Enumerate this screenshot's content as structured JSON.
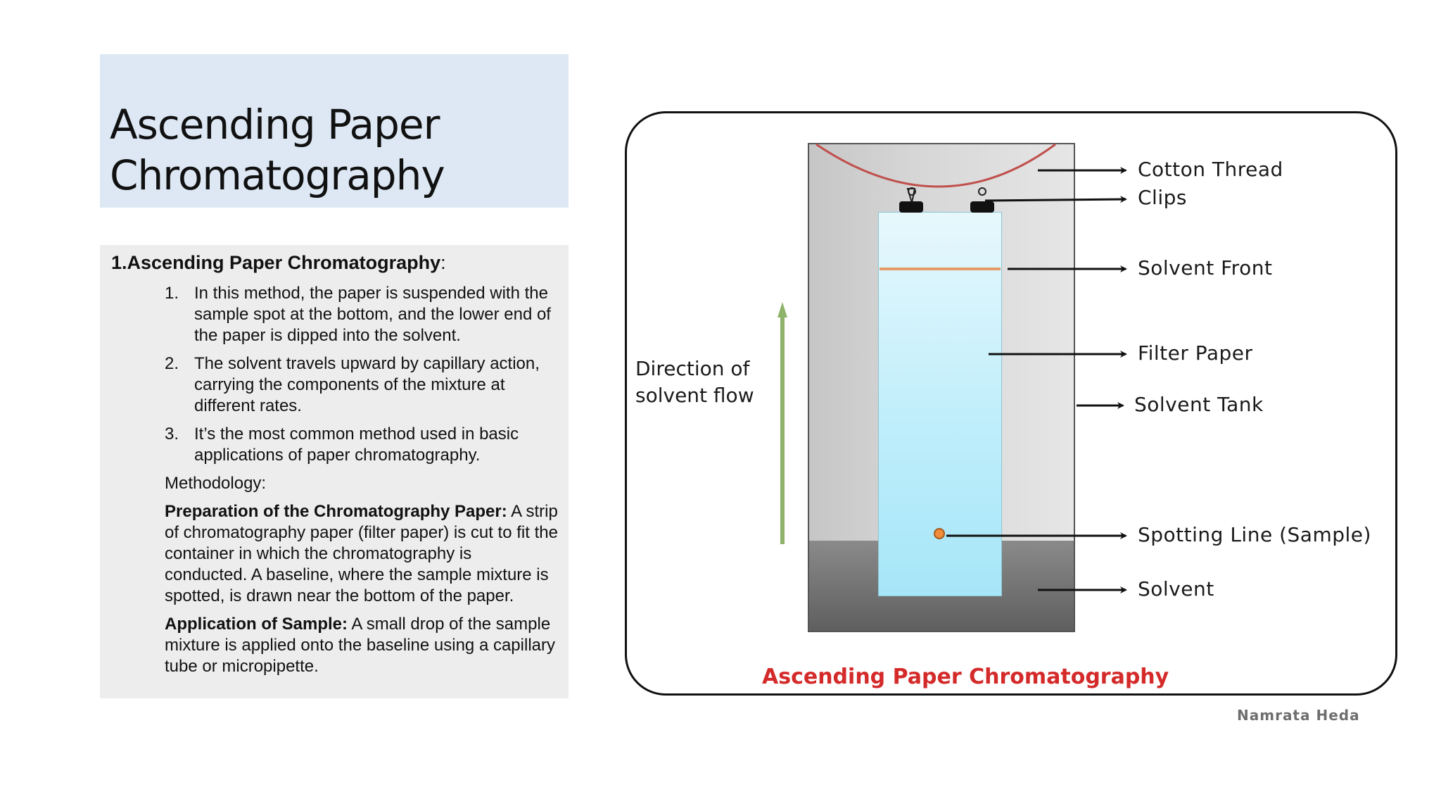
{
  "slide": {
    "title": "Ascending Paper Chromatography",
    "section_heading": "1.Ascending Paper Chromatography",
    "section_heading_suffix": ":",
    "steps": [
      {
        "num": "1.",
        "text": "In this method, the paper is suspended with the sample spot at the bottom, and the lower end of the paper is dipped into the solvent."
      },
      {
        "num": "2.",
        "text": "The solvent travels upward by capillary action, carrying the components of the mixture at different rates."
      },
      {
        "num": "3.",
        "text": "It’s the most common method used in basic applications of paper chromatography."
      }
    ],
    "methodology_label": "Methodology:",
    "preparation_title": "Preparation of the Chromatography Paper:",
    "preparation_text": " A strip of chromatography paper (filter paper) is cut to fit the container in which the chromatography is conducted. A baseline, where the sample mixture is spotted, is drawn near the bottom of the paper.",
    "application_title": "Application of Sample:",
    "application_text": " A small drop of the sample mixture is applied onto the baseline using a capillary tube or micropipette."
  },
  "diagram": {
    "labels": {
      "cotton_thread": "Cotton Thread",
      "clips": "Clips",
      "solvent_front": "Solvent Front",
      "filter_paper": "Filter Paper",
      "solvent_tank": "Solvent Tank",
      "spotting_line": "Spotting Line (Sample)",
      "solvent": "Solvent"
    },
    "flow_label_line1": "Direction of",
    "flow_label_line2": "solvent flow",
    "caption": "Ascending Paper Chromatography",
    "watermark": "Namrata Heda",
    "colors": {
      "caption": "#d42a2a",
      "thread": "#c0504d",
      "flow_arrow": "#8fb36a",
      "solvent_front": "#e39a64"
    }
  }
}
